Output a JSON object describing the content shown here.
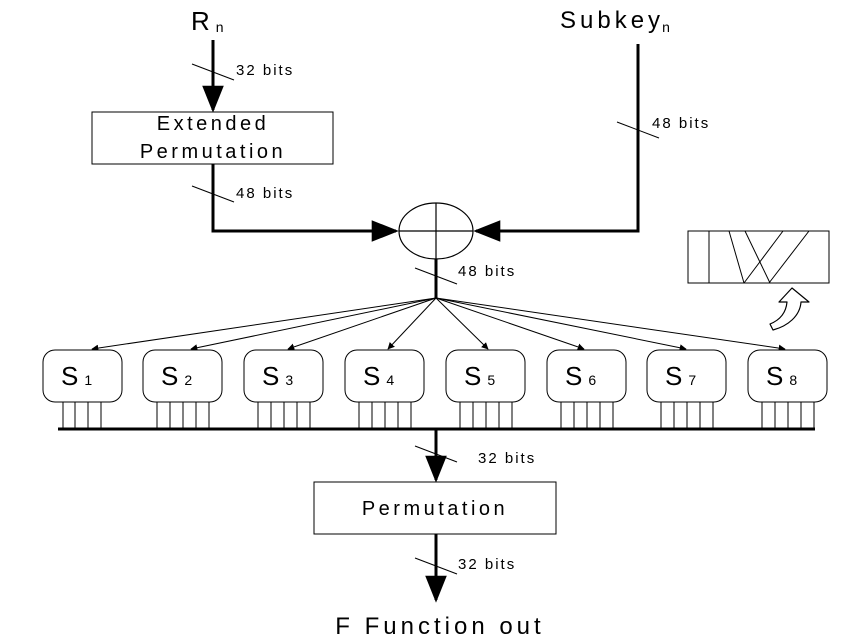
{
  "inputs": {
    "r_letter": "R",
    "r_sub": "n",
    "subkey_word": "Subkey",
    "subkey_sub": "n"
  },
  "bit_labels": {
    "r_in": "32 bits",
    "subkey_in": "48 bits",
    "expanded": "48 bits",
    "xor_out": "48 bits",
    "sbox_out": "32 bits",
    "final": "32 bits"
  },
  "boxes": {
    "extended_line1": "Extended",
    "extended_line2": "Permutation",
    "permutation": "Permutation"
  },
  "sboxes": [
    {
      "letter": "S",
      "index": "1"
    },
    {
      "letter": "S",
      "index": "2"
    },
    {
      "letter": "S",
      "index": "3"
    },
    {
      "letter": "S",
      "index": "4"
    },
    {
      "letter": "S",
      "index": "5"
    },
    {
      "letter": "S",
      "index": "6"
    },
    {
      "letter": "S",
      "index": "7"
    },
    {
      "letter": "S",
      "index": "8"
    }
  ],
  "output": {
    "label": "F Function out"
  }
}
